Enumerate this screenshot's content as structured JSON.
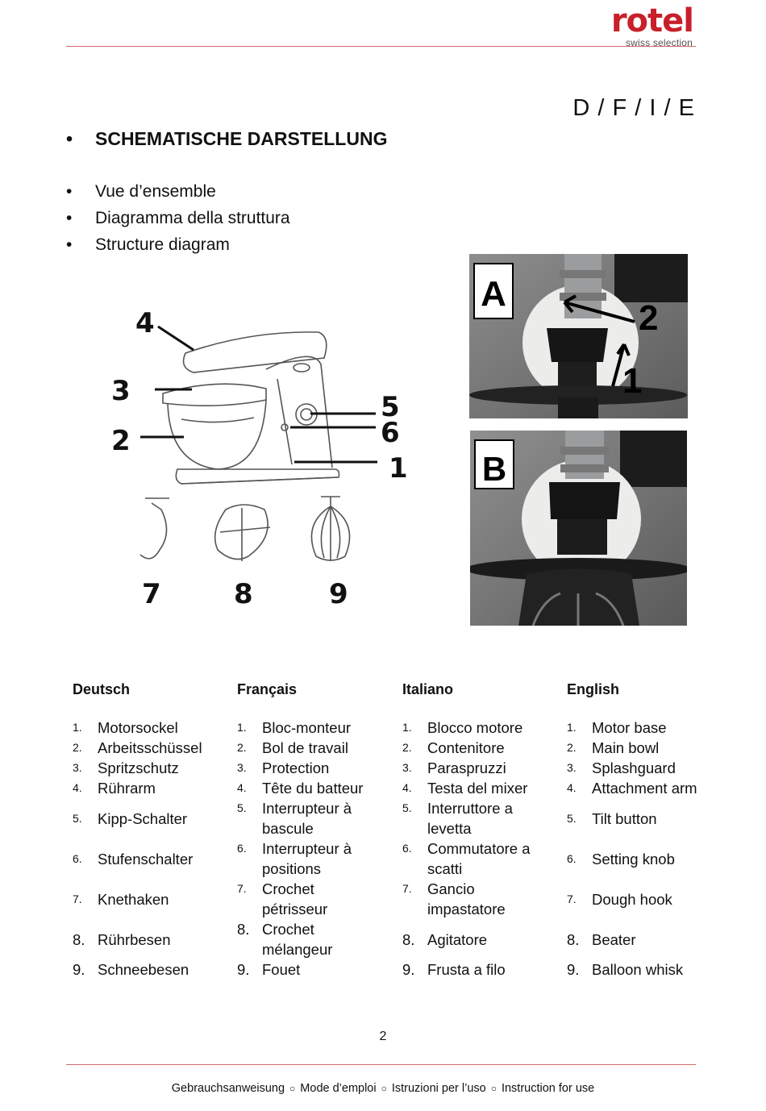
{
  "header": {
    "brand": "rotel",
    "tagline": "swiss selection",
    "languages": "D / F / I / E"
  },
  "headings": {
    "main": "SCHEMATISCHE DARSTELLUNG",
    "sub": [
      "Vue d’ensemble",
      "Diagramma della struttura",
      "Structure diagram"
    ]
  },
  "diagram": {
    "callouts": [
      "1",
      "2",
      "3",
      "4",
      "5",
      "6",
      "7",
      "8",
      "9"
    ]
  },
  "photos": {
    "a": {
      "label": "A",
      "arrows": [
        "1",
        "2"
      ]
    },
    "b": {
      "label": "B"
    }
  },
  "columns": [
    {
      "title": "Deutsch",
      "items": [
        {
          "n": "1.",
          "t": "Motorsockel"
        },
        {
          "n": "2.",
          "t": "Arbeitsschüssel"
        },
        {
          "n": "3.",
          "t": "Spritzschutz"
        },
        {
          "n": "4.",
          "t": "Rührarm"
        },
        {
          "n": "5.",
          "t": "Kipp-Schalter"
        },
        {
          "n": "6.",
          "t": "Stufenschalter"
        },
        {
          "n": "7.",
          "t": "Knethaken"
        },
        {
          "n": "8.",
          "t": "Rührbesen"
        },
        {
          "n": "9.",
          "t": "Schneebesen"
        }
      ]
    },
    {
      "title": "Français",
      "items": [
        {
          "n": "1.",
          "t": "Bloc-monteur"
        },
        {
          "n": "2.",
          "t": "Bol de travail"
        },
        {
          "n": "3.",
          "t": "Protection"
        },
        {
          "n": "4.",
          "t": "Tête du batteur"
        },
        {
          "n": "5.",
          "t": "Interrupteur à bascule"
        },
        {
          "n": "6.",
          "t": "Interrupteur à positions"
        },
        {
          "n": "7.",
          "t": "Crochet pétrisseur"
        },
        {
          "n": "8.",
          "t": "Crochet mélangeur"
        },
        {
          "n": "9.",
          "t": "Fouet"
        }
      ]
    },
    {
      "title": "Italiano",
      "items": [
        {
          "n": "1.",
          "t": "Blocco motore"
        },
        {
          "n": "2.",
          "t": "Contenitore"
        },
        {
          "n": "3.",
          "t": "Paraspruzzi"
        },
        {
          "n": "4.",
          "t": "Testa del mixer"
        },
        {
          "n": "5.",
          "t": "Interruttore a levetta"
        },
        {
          "n": "6.",
          "t": "Commutatore a scatti"
        },
        {
          "n": "7.",
          "t": "Gancio impastatore"
        },
        {
          "n": "8.",
          "t": "Agitatore"
        },
        {
          "n": "9.",
          "t": "Frusta a filo"
        }
      ]
    },
    {
      "title": "English",
      "items": [
        {
          "n": "1.",
          "t": "Motor base"
        },
        {
          "n": "2.",
          "t": "Main bowl"
        },
        {
          "n": "3.",
          "t": "Splashguard"
        },
        {
          "n": "4.",
          "t": "Attachment arm"
        },
        {
          "n": "5.",
          "t": "Tilt button"
        },
        {
          "n": "6.",
          "t": "Setting knob"
        },
        {
          "n": "7.",
          "t": "Dough hook"
        },
        {
          "n": "8.",
          "t": "Beater"
        },
        {
          "n": "9.",
          "t": "Balloon whisk"
        }
      ]
    }
  ],
  "page_number": "2",
  "footer": [
    "Gebrauchsanweisung",
    "Mode d’emploi",
    "Istruzioni per l’uso",
    "Instruction for use"
  ]
}
